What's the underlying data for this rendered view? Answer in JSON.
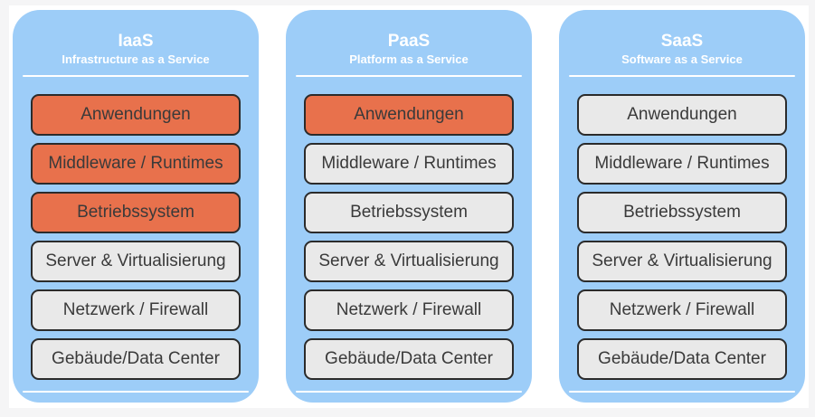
{
  "colors": {
    "page_background": "#F5F5F6",
    "surface_background": "#FFFFFF",
    "column_background": "#9DCDF8",
    "user_managed_fill": "#E8714C",
    "provider_managed_fill": "#E9E9E9",
    "box_border": "#2B2B2B",
    "box_text": "#3A3A3A",
    "header_text": "#FFFFFF"
  },
  "columns": [
    {
      "title": "IaaS",
      "subtitle": "Infrastructure as a Service",
      "layers": [
        {
          "label": "Anwendungen",
          "highlighted": true
        },
        {
          "label": "Middleware / Runtimes",
          "highlighted": true
        },
        {
          "label": "Betriebssystem",
          "highlighted": true
        },
        {
          "label": "Server & Virtualisierung",
          "highlighted": false
        },
        {
          "label": "Netzwerk / Firewall",
          "highlighted": false
        },
        {
          "label": "Gebäude/Data Center",
          "highlighted": false
        }
      ]
    },
    {
      "title": "PaaS",
      "subtitle": "Platform as a Service",
      "layers": [
        {
          "label": "Anwendungen",
          "highlighted": true
        },
        {
          "label": "Middleware / Runtimes",
          "highlighted": false
        },
        {
          "label": "Betriebssystem",
          "highlighted": false
        },
        {
          "label": "Server & Virtualisierung",
          "highlighted": false
        },
        {
          "label": "Netzwerk / Firewall",
          "highlighted": false
        },
        {
          "label": "Gebäude/Data Center",
          "highlighted": false
        }
      ]
    },
    {
      "title": "SaaS",
      "subtitle": "Software as a Service",
      "layers": [
        {
          "label": "Anwendungen",
          "highlighted": false
        },
        {
          "label": "Middleware / Runtimes",
          "highlighted": false
        },
        {
          "label": "Betriebssystem",
          "highlighted": false
        },
        {
          "label": "Server & Virtualisierung",
          "highlighted": false
        },
        {
          "label": "Netzwerk / Firewall",
          "highlighted": false
        },
        {
          "label": "Gebäude/Data Center",
          "highlighted": false
        }
      ]
    }
  ]
}
